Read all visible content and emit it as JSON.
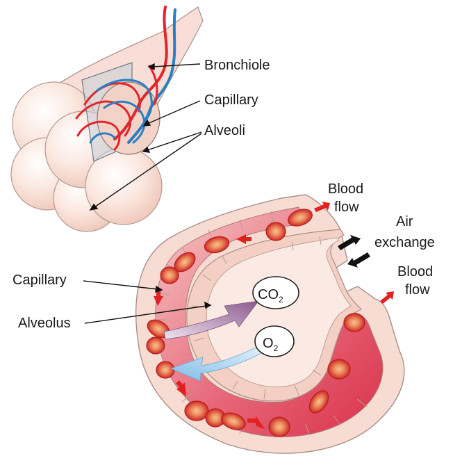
{
  "colors": {
    "background": "#ffffff",
    "tissue_fill": "#f7dcd3",
    "tissue_stroke": "#a98f86",
    "alveolus_inner": "#fbe9e3",
    "oxygenated_blood": "#d9314a",
    "deoxygenated_channel": "#f4c2bf",
    "red_cell": "#d7302a",
    "red_cell_center": "#f2a37a",
    "arteriole": "#e0252b",
    "venule": "#2a7fc4",
    "co2_arrow": "#9b6e9b",
    "o2_arrow": "#a9d3ef",
    "air_arrow": "#111111",
    "flow_arrow": "#e32020",
    "pointer_line": "#111111"
  },
  "labels": {
    "bronchiole": "Bronchiole",
    "capillary_top": "Capillary",
    "alveoli": "Alveoli",
    "blood_flow_in_1": "Blood",
    "blood_flow_in_2": "flow",
    "air_1": "Air",
    "air_2": "exchange",
    "blood_flow_out_1": "Blood",
    "blood_flow_out_2": "flow",
    "capillary_left": "Capillary",
    "alveolus": "Alveolus",
    "co2_main": "CO",
    "co2_sub": "2",
    "o2_main": "O",
    "o2_sub": "2"
  }
}
